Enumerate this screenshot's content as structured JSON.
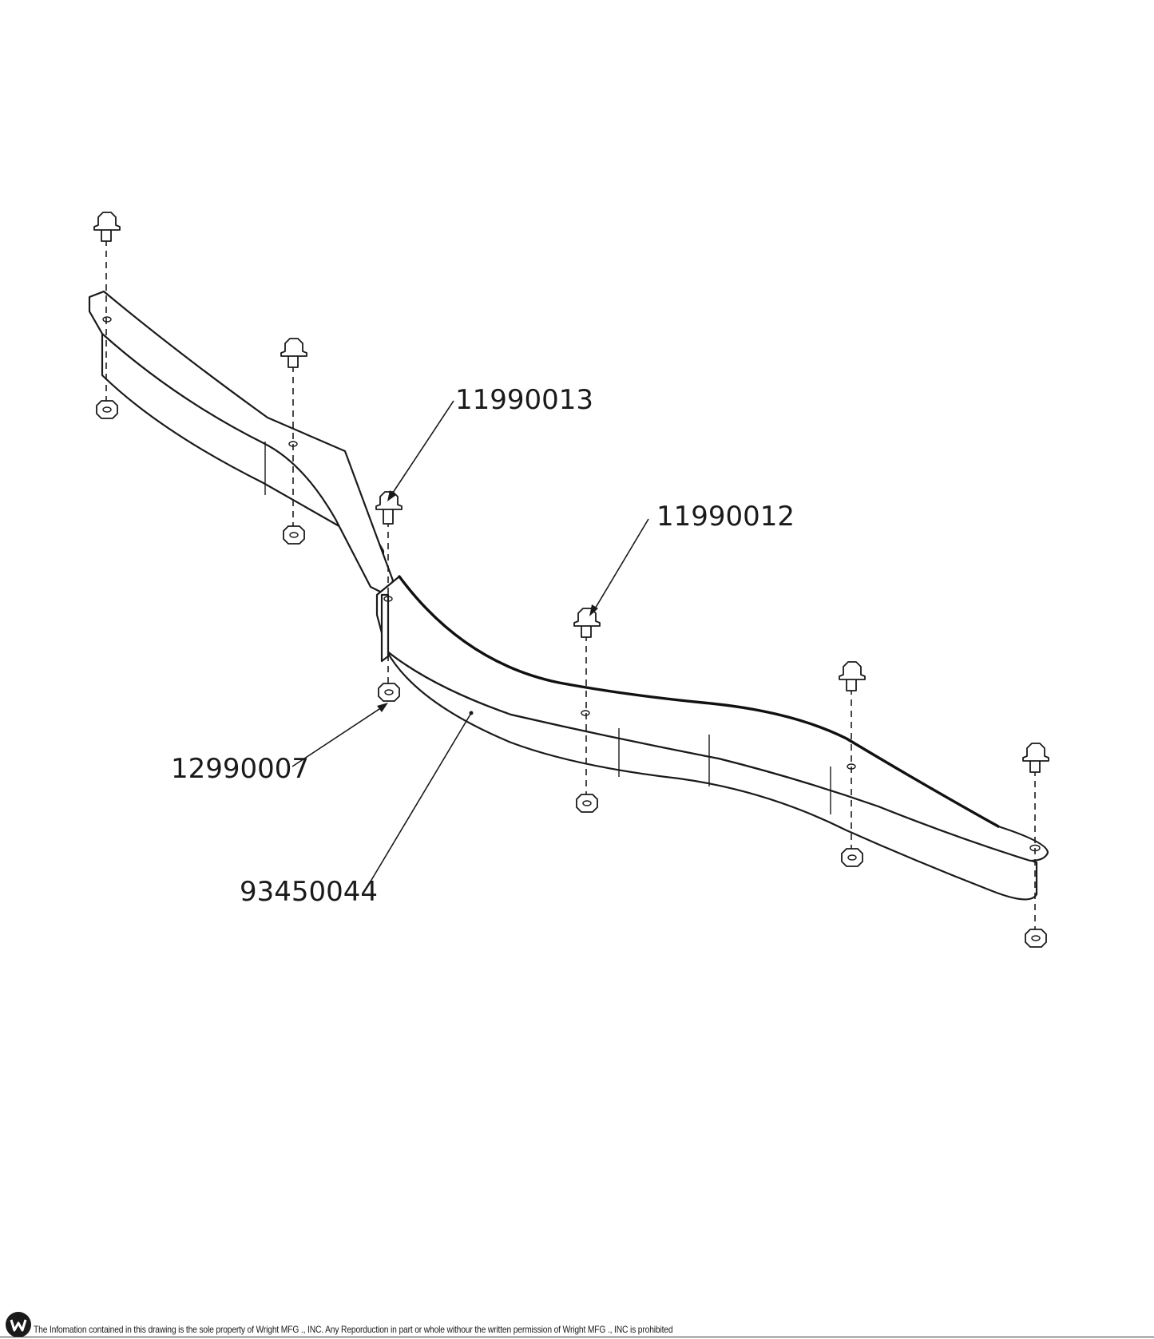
{
  "callouts": [
    {
      "id": "bolt-upper",
      "part_number": "11990013"
    },
    {
      "id": "bolt-middle",
      "part_number": "11990012"
    },
    {
      "id": "nut",
      "part_number": "12990007"
    },
    {
      "id": "bracket",
      "part_number": "93450044"
    }
  ],
  "footer": {
    "logo_icon": "wright-w-logo-icon",
    "disclaimer": "The Infomation contained in this drawing is the sole property of Wright MFG ., INC. Any Reporduction in part or whole withour the written permission of Wright MFG ., INC is prohibited"
  },
  "colors": {
    "line": "#1a1a1a",
    "background": "#ffffff"
  }
}
